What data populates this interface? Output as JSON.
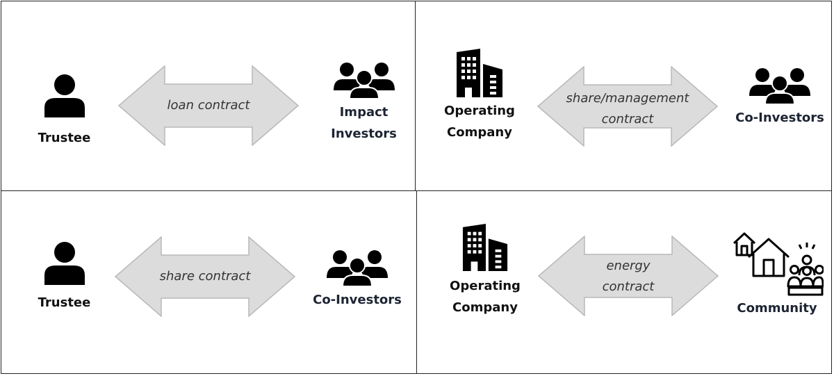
{
  "panels": [
    {
      "left": {
        "label": "Trustee",
        "icon": "person-icon"
      },
      "contract": [
        "loan contract"
      ],
      "right": {
        "label_lines": [
          "Impact",
          "Investors"
        ],
        "icon": "group-icon"
      }
    },
    {
      "left": {
        "label_lines": [
          "Operating",
          "Company"
        ],
        "icon": "building-icon"
      },
      "contract": [
        "share/management",
        "contract"
      ],
      "right": {
        "label": "Co-Investors",
        "icon": "group-icon"
      }
    },
    {
      "left": {
        "label": "Trustee",
        "icon": "person-icon"
      },
      "contract": [
        "share contract"
      ],
      "right": {
        "label": "Co-Investors",
        "icon": "group-icon"
      }
    },
    {
      "left": {
        "label_lines": [
          "Operating",
          "Company"
        ],
        "icon": "building-icon"
      },
      "contract": [
        "energy",
        "contract"
      ],
      "right": {
        "label": "Community",
        "icon": "community-icon"
      }
    }
  ],
  "colors": {
    "arrow_fill": "#dcdcdc",
    "arrow_stroke": "#b8b8b8",
    "icon": "#000000",
    "border": "#222222"
  }
}
